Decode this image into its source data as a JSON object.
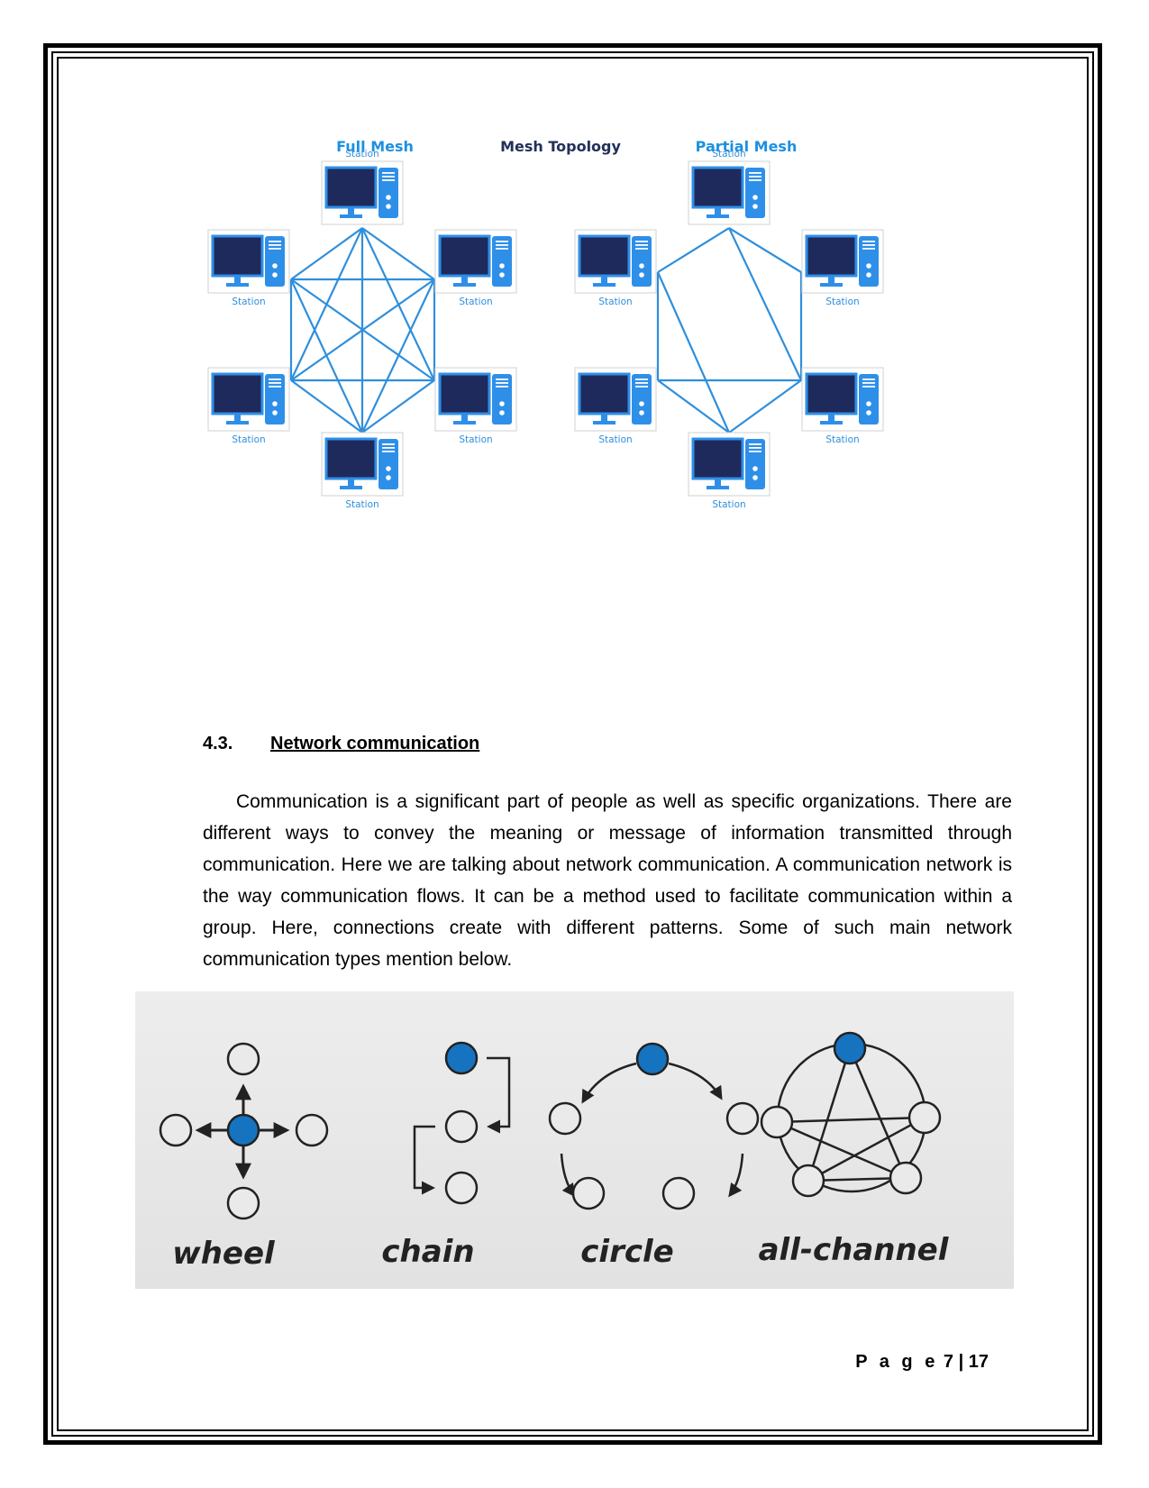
{
  "mesh_figure": {
    "heading": "Mesh Topology",
    "full_mesh_title": "Full Mesh",
    "partial_mesh_title": "Partial Mesh",
    "station_label": "Station",
    "line_color": "#2f8fdc",
    "monitor_color": "#1f2a5c",
    "tower_color": "#2e8fe8"
  },
  "section": {
    "number": "4.3.",
    "title": "Network communication",
    "paragraph": "Communication is a significant part of people as well as specific organizations. There are different ways to convey the meaning or message of information transmitted through communication. Here we are talking about network communication. A communication network is the way communication flows. It can be a method used to facilitate communication within a group. Here, connections create with different patterns. Some of such main network communication types mention below."
  },
  "comm_figure": {
    "labels": [
      "wheel",
      "chain",
      "circle",
      "all-channel"
    ],
    "highlight_color": "#1673c0",
    "node_color": "#eaeaea"
  },
  "footer": {
    "page_word": "P a g e",
    "page_num": "7",
    "separator": "|",
    "total": "17"
  }
}
